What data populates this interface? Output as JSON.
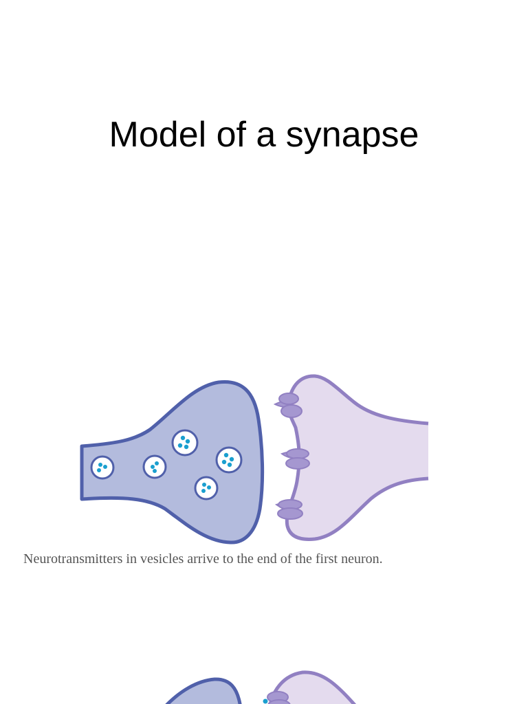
{
  "page": {
    "title": "Model of a synapse"
  },
  "figure1": {
    "caption": "Neurotransmitters in vesicles arrive to the end of the first neuron."
  },
  "colors": {
    "presynaptic_fill": "#b3bbdd",
    "presynaptic_stroke": "#5060aa",
    "postsynaptic_fill": "#e4dbee",
    "postsynaptic_stroke": "#9180c2",
    "receptor_fill": "#a597d0",
    "vesicle_fill": "#ffffff",
    "neurotransmitter": "#1a9fcf",
    "caption_text": "#555555"
  },
  "icons": {
    "vesicle": "circle-with-dots",
    "receptor": "barrel-shape"
  }
}
